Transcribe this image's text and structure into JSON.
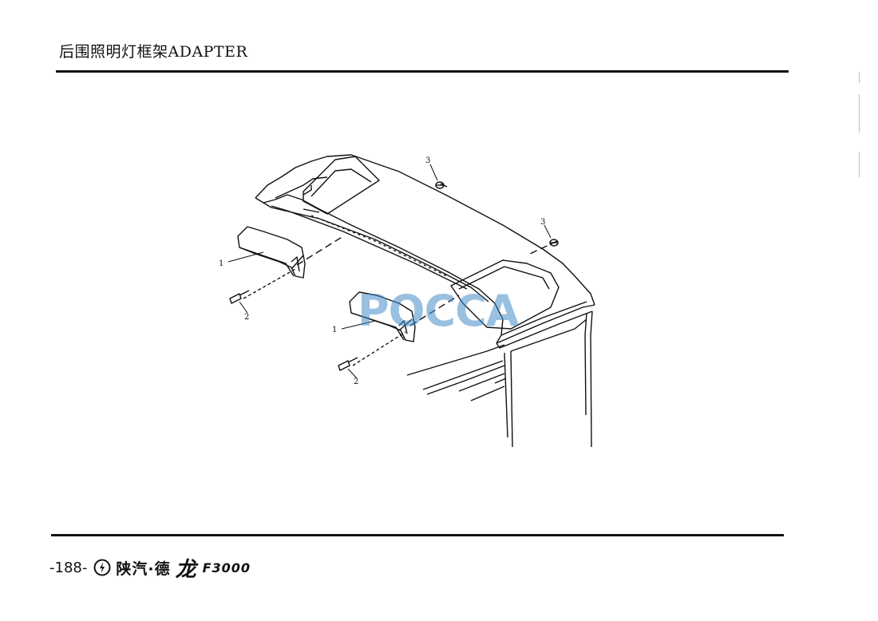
{
  "header": {
    "title": "后围照明灯框架ADAPTER"
  },
  "callouts": {
    "part_1": "1",
    "part_2": "2",
    "part_3": "3"
  },
  "watermark": {
    "text": "POCCA",
    "color": "#468cc8"
  },
  "footer": {
    "page_number": "-188-",
    "brand": "陕汽·德",
    "brand_script": "龙",
    "model": "F3000"
  }
}
